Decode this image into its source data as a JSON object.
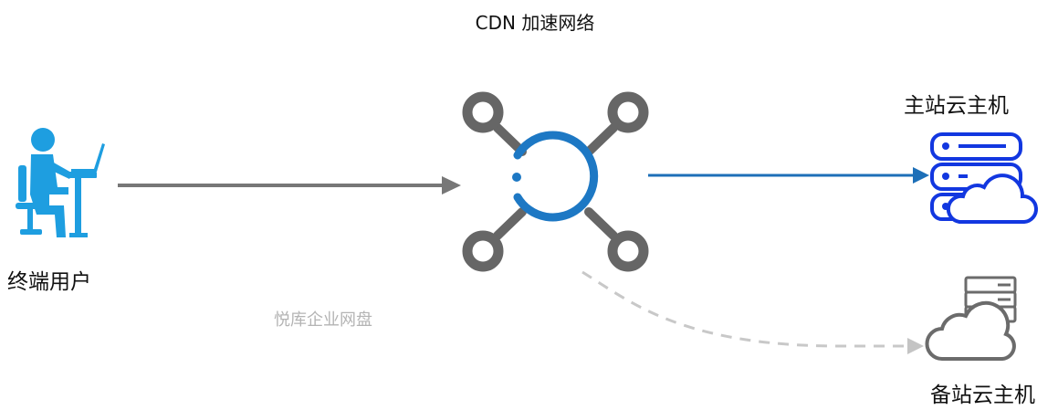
{
  "diagram": {
    "title": "CDN 加速网络",
    "watermark": "悦库企业网盘",
    "nodes": {
      "user": {
        "label": "终端用户",
        "icon": "user-at-laptop-icon",
        "color": "#1e9ee0"
      },
      "cdn": {
        "icon": "cdn-network-hub-icon",
        "color": "#1d78c4",
        "spoke_color": "#666666"
      },
      "main_host": {
        "label": "主站云主机",
        "icon": "cloud-server-icon",
        "color": "#1237e0"
      },
      "backup_host": {
        "label": "备站云主机",
        "icon": "cloud-server-icon",
        "color": "#6b6b6b"
      }
    },
    "edges": [
      {
        "from": "user",
        "to": "cdn",
        "style": "solid",
        "color": "#777777"
      },
      {
        "from": "cdn",
        "to": "main_host",
        "style": "solid",
        "color": "#1d6fb8"
      },
      {
        "from": "cdn",
        "to": "backup_host",
        "style": "dashed",
        "color": "#c4c4c4"
      }
    ]
  }
}
